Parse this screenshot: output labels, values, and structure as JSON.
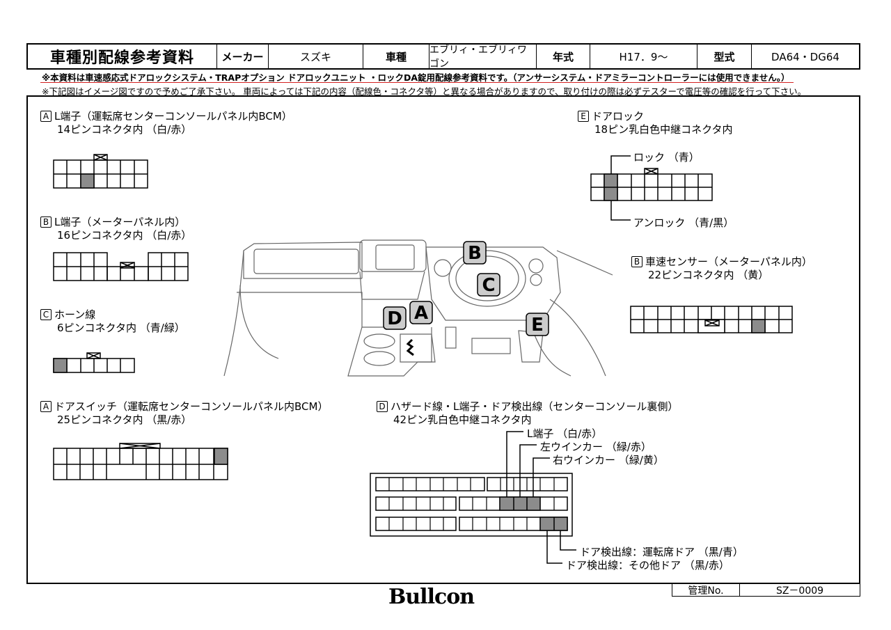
{
  "header": {
    "title": "車種別配線参考資料",
    "maker_label": "メーカー",
    "maker": "スズキ",
    "model_label": "車種",
    "model": "エブリィ・エブリィワゴン",
    "year_label": "年式",
    "year": "H17．9～",
    "type_label": "型式",
    "type": "DA64・DG64"
  },
  "notes": {
    "line1": "※本資料は車速感応式ドアロックシステム・TRAPオプション ドアロックユニット ・ロックDA錠用配線参考資料です。（アンサーシステム・ドアミラーコントローラーには使用できません。）",
    "line2": "※下記図はイメージ図ですので予めご了承下さい。 車両によっては下記の内容（配線色・コネクタ等）と異なる場合がありますので、取り付けの際は必ずテスターで電圧等の確認を行って下さい。",
    "accent_color": "#d42020"
  },
  "sections": {
    "a1": {
      "badge": "A",
      "title": "L端子（運転席センターコンソールパネル内BCM）",
      "sub": "14ピンコネクタ内 （白/赤）"
    },
    "b1": {
      "badge": "B",
      "title": "L端子（メーターパネル内）",
      "sub": "16ピンコネクタ内 （白/赤）"
    },
    "c1": {
      "badge": "C",
      "title": "ホーン線",
      "sub": "6ピンコネクタ内 （青/緑）"
    },
    "a2": {
      "badge": "A",
      "title": "ドアスイッチ（運転席センターコンソールパネル内BCM）",
      "sub": "25ピンコネクタ内 （黒/赤）"
    },
    "e1": {
      "badge": "E",
      "title": "ドアロック",
      "sub": "18ピン乳白色中継コネクタ内",
      "lock": "ロック （青）",
      "unlock": "アンロック （青/黒）"
    },
    "b2": {
      "badge": "B",
      "title": "車速センサー（メーターパネル内）",
      "sub": "22ピンコネクタ内 （黄）"
    },
    "d1": {
      "badge": "D",
      "title": "ハザード線・L端子・ドア検出線（センターコンソール裏側）",
      "sub": "42ピン乳白色中継コネクタ内",
      "l_terminal": "L端子 （白/赤）",
      "left_winker": "左ウインカー （緑/赤）",
      "right_winker": "右ウインカー （緑/黄）",
      "door_driver": "ドア検出線：運転席ドア （黒/青）",
      "door_other": "ドア検出線：その他ドア （黒/赤）"
    }
  },
  "dash_labels": {
    "b": "B",
    "c": "C",
    "d": "D",
    "a": "A",
    "e": "E"
  },
  "footer": {
    "logo": "Bullcon",
    "mgmt_label": "管理No.",
    "mgmt_no": "SZ－0009"
  },
  "colors": {
    "pin_fill": "#8c8c8c",
    "line": "#000000"
  }
}
